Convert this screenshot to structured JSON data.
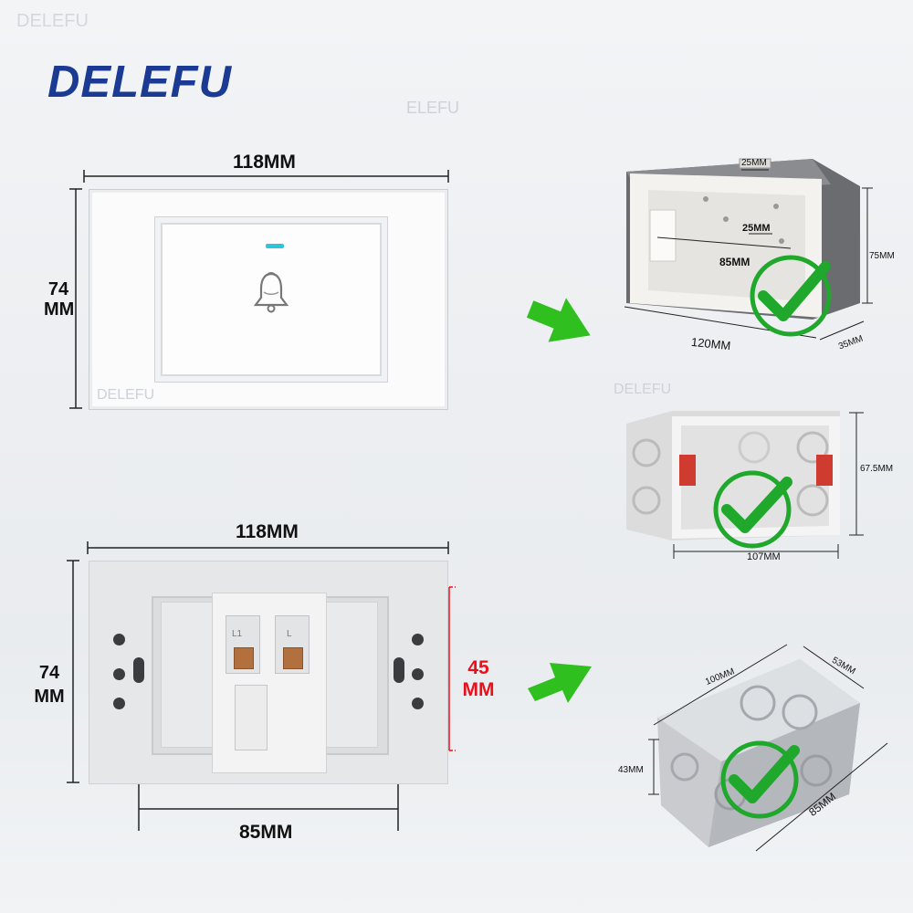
{
  "brand": {
    "name": "DELEFU",
    "watermark": "DELEFU",
    "watermark_partial": "ELEFU"
  },
  "colors": {
    "brand_blue": "#1a3a93",
    "arrow_green": "#2fbf1f",
    "check_green": "#1fa82b",
    "dim_red": "#e8111b"
  },
  "front_panel": {
    "width_label": "118MM",
    "height_label_line1": "74",
    "height_label_line2": "MM",
    "icon": "doorbell-icon"
  },
  "back_panel": {
    "width_label": "118MM",
    "height_label_line1": "74",
    "height_label_line2": "MM",
    "inner_height_line1": "45",
    "inner_height_line2": "MM",
    "hole_spacing_label": "85MM",
    "terminal_left": "L1",
    "terminal_right": "L"
  },
  "box_plastic_large": {
    "top_slot_label": "25MM",
    "inner_slot_label": "25MM",
    "inner_span_label": "85MM",
    "width_label": "120MM",
    "height_label": "75MM",
    "depth_label": "35MM"
  },
  "box_plastic_small": {
    "height_label": "67.5MM",
    "width_label": "107MM"
  },
  "box_metal": {
    "width_label": "100MM",
    "depth_label": "53MM",
    "height_label": "43MM",
    "span_label": "85MM"
  }
}
